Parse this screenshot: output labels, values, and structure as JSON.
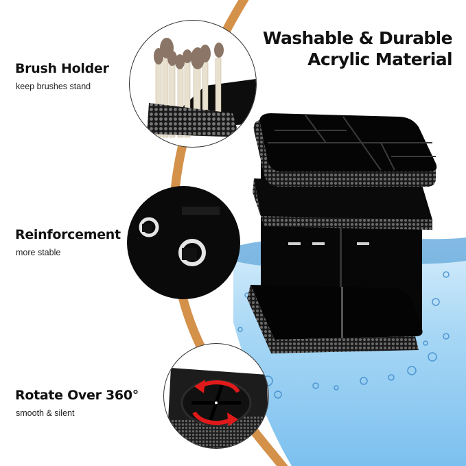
{
  "headline": {
    "line1": "Washable & Durable",
    "line2": "Acrylic Material"
  },
  "features": [
    {
      "title": "Brush Holder",
      "subtitle": "keep brushes stand",
      "icon": "brush-holder-closeup"
    },
    {
      "title": "Reinforcement",
      "subtitle": "more stable",
      "icon": "reinforcement-clip-closeup"
    },
    {
      "title": "Rotate Over 360°",
      "subtitle": "smooth & silent",
      "icon": "rotating-base-closeup"
    }
  ],
  "product": {
    "name": "rotating acrylic makeup organizer",
    "color": "#0b0b0b",
    "trim": "rhinestone"
  },
  "colors": {
    "accent_arc": "#d4914a",
    "water": "#8fcaf0",
    "rotate_arrow": "#e01a1a",
    "text": "#111111"
  }
}
